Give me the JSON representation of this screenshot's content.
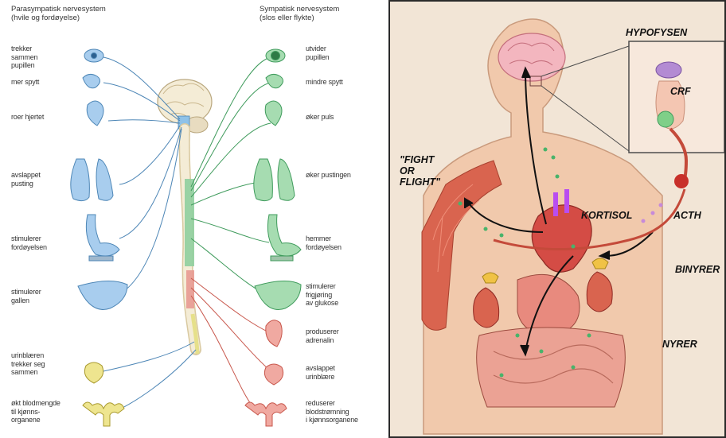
{
  "left": {
    "parasympathetic_header": "Parasympatisk nervesystem\n(hvile og fordøyelse)",
    "sympathetic_header": "Sympatisk nervesystem\n(slos eller flykte)",
    "para_labels": [
      "trekker\nsammen\npupillen",
      "mer spytt",
      "roer hjertet",
      "avslappet\npusting",
      "stimulerer\nfordøyelsen",
      "stimulerer\ngallen",
      "urinblæren\ntrekker seg\nsammen",
      "økt blodmengde\ntil kjønns-\norganene"
    ],
    "symp_labels": [
      "utvider\npupillen",
      "mindre spytt",
      "øker puls",
      "øker pustingen",
      "hemmer\nfordøyelsen",
      "stimulerer\nfrigjøring\nav glukose",
      "produserer\nadrenalin",
      "avslappet\nurinblære",
      "reduserer\nblodstrømning\ni kjønnsorganene"
    ]
  },
  "right": {
    "hypofysen": "HYPOFYSEN",
    "crf": "CRF",
    "fight_or_flight": "\"FIGHT\nOR\nFLIGHT\"",
    "kortisol": "KORTISOL",
    "acth": "ACTH",
    "binyrer": "BINYRER",
    "nyrer": "NYRER"
  },
  "colors": {
    "parasympathetic": "#8fc2e8",
    "sympathetic": "#8fcf9e",
    "sympathetic_red": "#e89a92",
    "spine": "#f4ecd6",
    "right_background": "#f2e5d6",
    "skin": "#f1c9ac",
    "muscle": "#c44a3a"
  }
}
